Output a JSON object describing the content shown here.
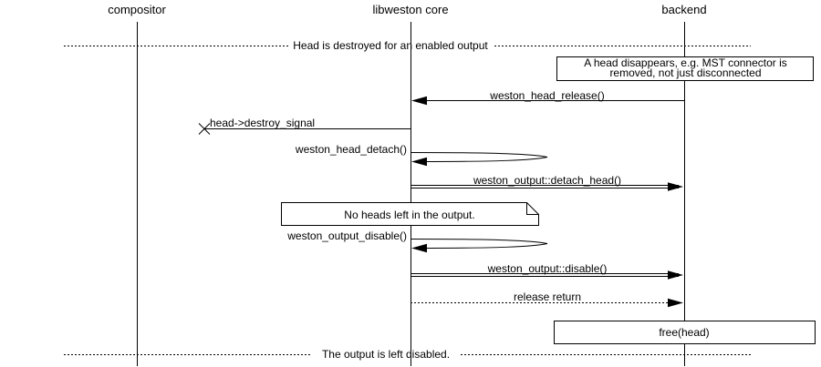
{
  "diagram": {
    "type": "sequence",
    "colors": {
      "foreground": "#000000",
      "background": "#ffffff"
    },
    "actors": [
      {
        "name": "compositor"
      },
      {
        "name": "libweston core"
      },
      {
        "name": "backend"
      }
    ],
    "dividers": [
      {
        "text": "Head is destroyed for an enabled output",
        "position": "top"
      },
      {
        "text": "The output is left disabled.",
        "position": "bottom"
      }
    ],
    "notes": [
      {
        "lines": [
          "A head disappears, e.g. MST connector is",
          "removed, not just disconnected"
        ],
        "anchor": "backend",
        "shape": "box"
      },
      {
        "lines": [
          "No heads left in the output."
        ],
        "anchor": "libweston core",
        "shape": "folded-corner-note"
      },
      {
        "lines": [
          "free(head)"
        ],
        "anchor": "backend",
        "shape": "box"
      }
    ],
    "messages": [
      {
        "label": "weston_head_release()",
        "from": "backend",
        "to": "libweston core",
        "line": "solid",
        "arrowhead": "filled"
      },
      {
        "label": "head->destroy_signal",
        "from": "libweston core",
        "to": "lost",
        "line": "solid",
        "arrowhead": "x"
      },
      {
        "label": "weston_head_detach()",
        "from": "libweston core",
        "to": "libweston core",
        "self": true,
        "line": "solid",
        "arrowhead": "filled"
      },
      {
        "label": "weston_output::detach_head()",
        "from": "libweston core",
        "to": "backend",
        "line": "double",
        "arrowhead": "filled"
      },
      {
        "label": "weston_output_disable()",
        "from": "libweston core",
        "to": "libweston core",
        "self": true,
        "line": "solid",
        "arrowhead": "filled"
      },
      {
        "label": "weston_output::disable()",
        "from": "libweston core",
        "to": "backend",
        "line": "double",
        "arrowhead": "filled"
      },
      {
        "label": "release return",
        "from": "libweston core",
        "to": "backend",
        "line": "dotted",
        "arrowhead": "filled"
      }
    ]
  }
}
